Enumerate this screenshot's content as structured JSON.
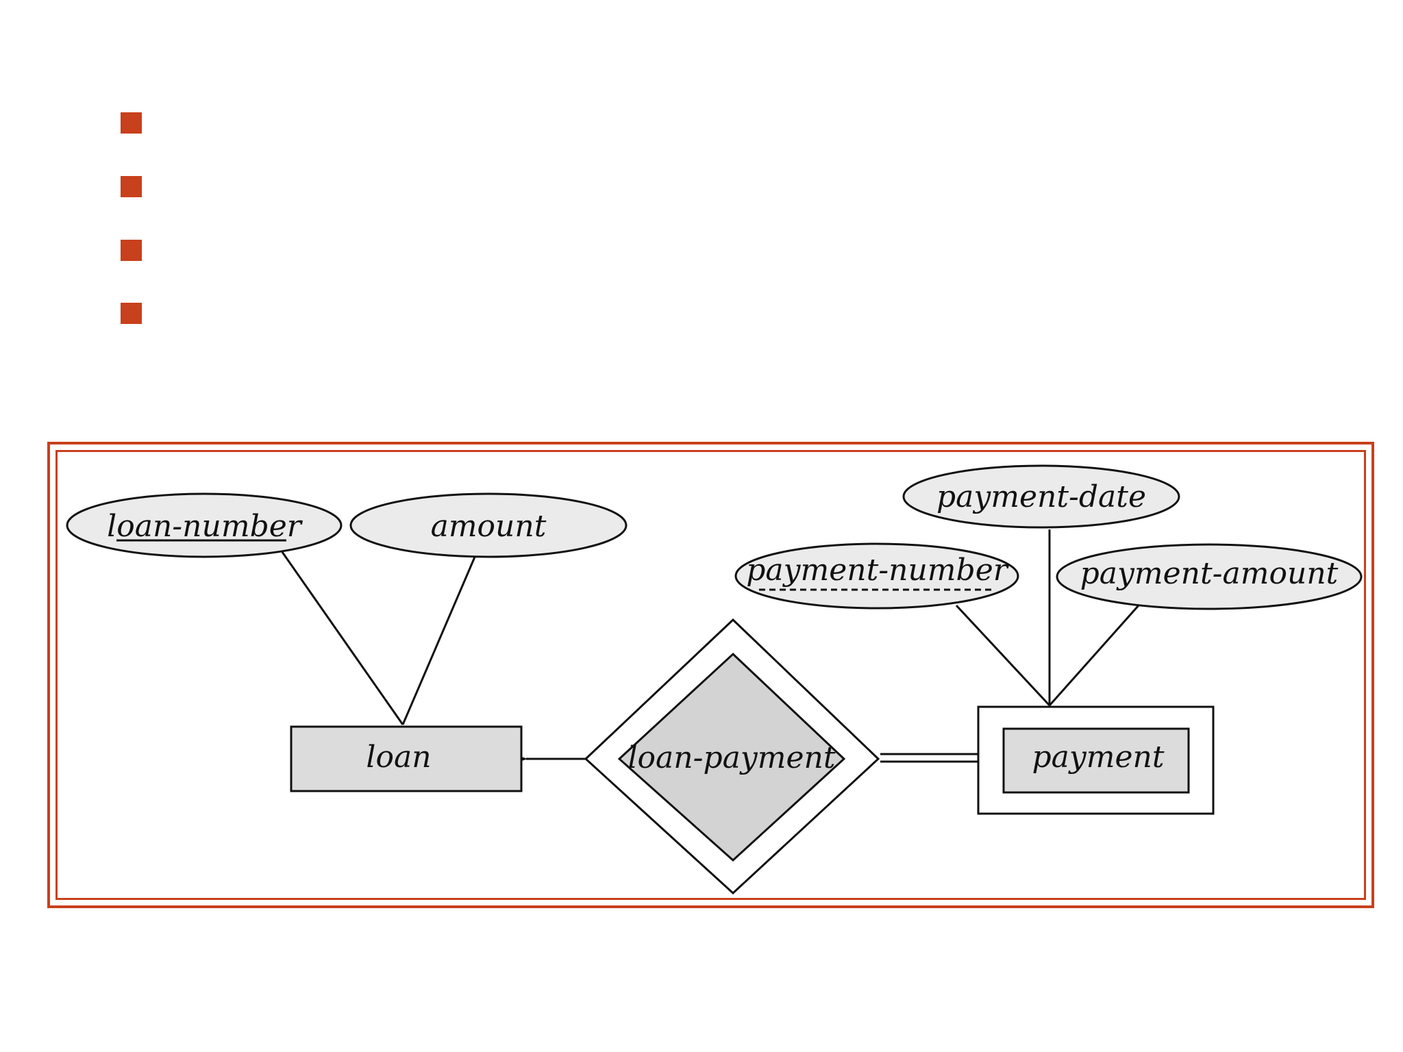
{
  "colors": {
    "accent": "#c8401c",
    "shape_fill": "#dcdcdc",
    "stroke": "#111111",
    "background": "#ffffff"
  },
  "bullets": [
    {
      "text": ""
    },
    {
      "text": ""
    },
    {
      "text": ""
    },
    {
      "text": ""
    }
  ],
  "diagram": {
    "entities": {
      "loan": {
        "label": "loan"
      },
      "payment": {
        "label": "payment",
        "weak": true
      }
    },
    "relationship": {
      "label": "loan-payment",
      "identifying": true
    },
    "attributes": {
      "loan_number": {
        "label": "loan-number",
        "key": "primary"
      },
      "amount": {
        "label": "amount"
      },
      "payment_date": {
        "label": "payment-date"
      },
      "payment_number": {
        "label": "payment-number",
        "key": "discriminator"
      },
      "payment_amount": {
        "label": "payment-amount"
      }
    }
  }
}
